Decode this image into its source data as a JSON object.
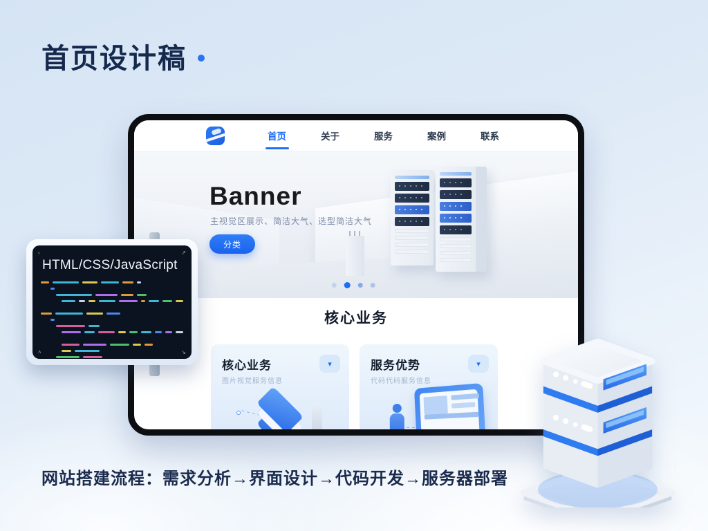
{
  "page": {
    "title": "首页设计稿",
    "footer_text": "网站搭建流程：需求分析→界面设计→代码开发→服务器部署"
  },
  "colors": {
    "accent_blue": "#1e6ef5",
    "title_navy": "#15294e",
    "frame_black": "#0c0e12",
    "code_bg": "#0b1220"
  },
  "icons": {
    "chevron_down": "▾",
    "corner_tl": "‹",
    "corner_tr": "↗",
    "corner_bl": "˄",
    "corner_br": "↘",
    "logo": "logo-icon"
  },
  "mockup": {
    "nav": {
      "items": [
        {
          "label": "首页",
          "active": true
        },
        {
          "label": "关于",
          "active": false
        },
        {
          "label": "服务",
          "active": false
        },
        {
          "label": "案例",
          "active": false
        },
        {
          "label": "联系",
          "active": false
        }
      ]
    },
    "banner": {
      "title": "Banner",
      "subtitle": "主视觉区展示、简洁大气、选型简洁大气",
      "button_label": "分类",
      "carousel": {
        "dot_colors": [
          "#c3d2ec",
          "#1d6ef5",
          "#86a9ec",
          "#aec3e9"
        ],
        "active_index": 1
      }
    },
    "section": {
      "heading": "核心业务",
      "cards": [
        {
          "title": "核心业务",
          "subtitle": "图片视觉服务信息",
          "illustration": "database-stack"
        },
        {
          "title": "服务优势",
          "subtitle": "代码代码服务信息",
          "illustration": "laptop"
        }
      ]
    }
  },
  "code_panel": {
    "title": "HTML/CSS/JavaScript",
    "palette": {
      "o": "#e09a3e",
      "y": "#ddc94f",
      "c": "#3fb6d8",
      "b": "#4f86f0",
      "p": "#b06ee8",
      "m": "#d35f9e",
      "g": "#4fc06a",
      "w": "#c9d4e4",
      "t": "#6d7f9e"
    },
    "lines": [
      {
        "i": 0,
        "s": [
          [
            "o",
            12
          ],
          [
            "c",
            38
          ],
          [
            "y",
            22
          ],
          [
            "c",
            26
          ],
          [
            "o",
            16
          ],
          [
            "w",
            6
          ]
        ]
      },
      {
        "i": 14,
        "s": [
          [
            "b",
            6
          ]
        ]
      },
      {
        "i": 22,
        "s": [
          [
            "c",
            52
          ],
          [
            "p",
            32
          ],
          [
            "o",
            18
          ],
          [
            "g",
            14
          ]
        ]
      },
      {
        "i": 30,
        "s": [
          [
            "c",
            26
          ],
          [
            "w",
            12
          ],
          [
            "y",
            12
          ],
          [
            "c",
            32
          ],
          [
            "p",
            34
          ],
          [
            "o",
            8
          ],
          [
            "c",
            20
          ],
          [
            "g",
            18
          ],
          [
            "y",
            14
          ]
        ]
      },
      {
        "i": 0,
        "s": []
      },
      {
        "i": 0,
        "s": [
          [
            "o",
            16
          ],
          [
            "c",
            40
          ],
          [
            "y",
            24
          ],
          [
            "b",
            20
          ]
        ]
      },
      {
        "i": 14,
        "s": [
          [
            "b",
            6
          ]
        ]
      },
      {
        "i": 22,
        "s": [
          [
            "m",
            42
          ],
          [
            "c",
            16
          ]
        ]
      },
      {
        "i": 30,
        "s": [
          [
            "p",
            36
          ],
          [
            "c",
            20
          ],
          [
            "m",
            32
          ],
          [
            "y",
            14
          ],
          [
            "g",
            16
          ],
          [
            "c",
            20
          ],
          [
            "b",
            12
          ],
          [
            "p",
            14
          ],
          [
            "w",
            14
          ]
        ]
      },
      {
        "i": 0,
        "s": []
      },
      {
        "i": 30,
        "s": [
          [
            "m",
            26
          ],
          [
            "p",
            34
          ],
          [
            "g",
            28
          ],
          [
            "y",
            12
          ],
          [
            "o",
            12
          ]
        ]
      },
      {
        "i": 30,
        "s": [
          [
            "y",
            14
          ],
          [
            "c",
            36
          ]
        ]
      },
      {
        "i": 22,
        "s": [
          [
            "g",
            34
          ],
          [
            "m",
            28
          ]
        ]
      },
      {
        "i": 26,
        "s": [
          [
            "p",
            30
          ],
          [
            "c",
            36
          ],
          [
            "g",
            32
          ]
        ]
      },
      {
        "i": 26,
        "s": [
          [
            "w",
            16
          ],
          [
            "p",
            32
          ],
          [
            "b",
            10
          ],
          [
            "y",
            18
          ],
          [
            "g",
            26
          ],
          [
            "o",
            16
          ],
          [
            "w",
            6
          ]
        ]
      },
      {
        "i": 8,
        "s": [
          [
            "w",
            5
          ]
        ]
      }
    ]
  }
}
